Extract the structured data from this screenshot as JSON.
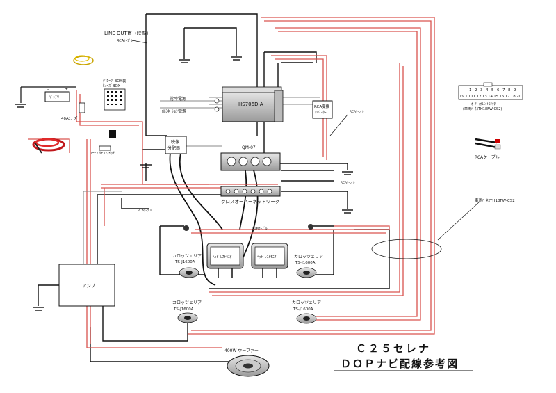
{
  "title": {
    "line1": "Ｃ２５セレナ",
    "line2": "ＤＯＰナビ配線参考図"
  },
  "labels": {
    "line_out": "LINE OUT貫（映像）",
    "rca_cable_small": "RCAｹｰﾌﾞﾙ",
    "battery": "ﾊﾞｯﾃﾘｰ",
    "glovebox": "ｸﾞﾛｰﾌﾞBOX裏",
    "fusebox": "ﾋｭｰｽﾞBOX",
    "fuse40": "40Aﾋｭｰｽﾞ",
    "engine_switch": "ｴｰﾓﾝ ﾘﾓｺﾝｽｲｯﾁ",
    "head_unit": "HS706D-A",
    "always_power": "常時電源",
    "ignition_power": "ｲﾙﾐﾈｰｼｮﾝ電源",
    "rca_converter_l1": "RCA変換",
    "rca_converter_l2": "ｺﾝﾊﾞｰﾀｰ",
    "rca_cable_a": "RCAｹｰﾌﾞﾙ",
    "video_splitter_l1": "映像",
    "video_splitter_l2": "分配器",
    "qm07": "QM-07",
    "rca_cable_b": "RCAｹｰﾌﾞﾙ",
    "rca_cable_c": "RCAｹｰﾌﾞﾙ",
    "crossover": "クロスオーバーネットワーク",
    "vehicle_connector": "車両ﾊｰﾈｽTH18FW-CS2",
    "dedicated_cable": "専用ｹｰﾌﾞﾙ",
    "headrest_monitor": "ﾍｯﾄﾞﾚｽﾄﾓﾆﾀ",
    "carrozzeria": "カロッツェリア",
    "speaker_model": "TS-J1600A",
    "amp": "アンプ",
    "woofer": "400W ウーファー",
    "rca_legend": "RCAケーブル",
    "connector_caption_l1": "ｵｰﾃﾞｨｵﾕﾆｯﾄｺﾈｸﾀ",
    "connector_caption_l2": "(車両ﾊｰﾈｽTH18FW-CS2)"
  },
  "pins_top": [
    "1",
    "2",
    "3",
    "4",
    "5",
    "6",
    "7",
    "8",
    "9"
  ],
  "pins_bottom": [
    "19",
    "10",
    "11",
    "12",
    "13",
    "14",
    "15",
    "16",
    "17",
    "18",
    "20"
  ],
  "colors": {
    "wire_red": "#d9534f",
    "wire_black": "#111111",
    "wire_gray": "#888888"
  }
}
